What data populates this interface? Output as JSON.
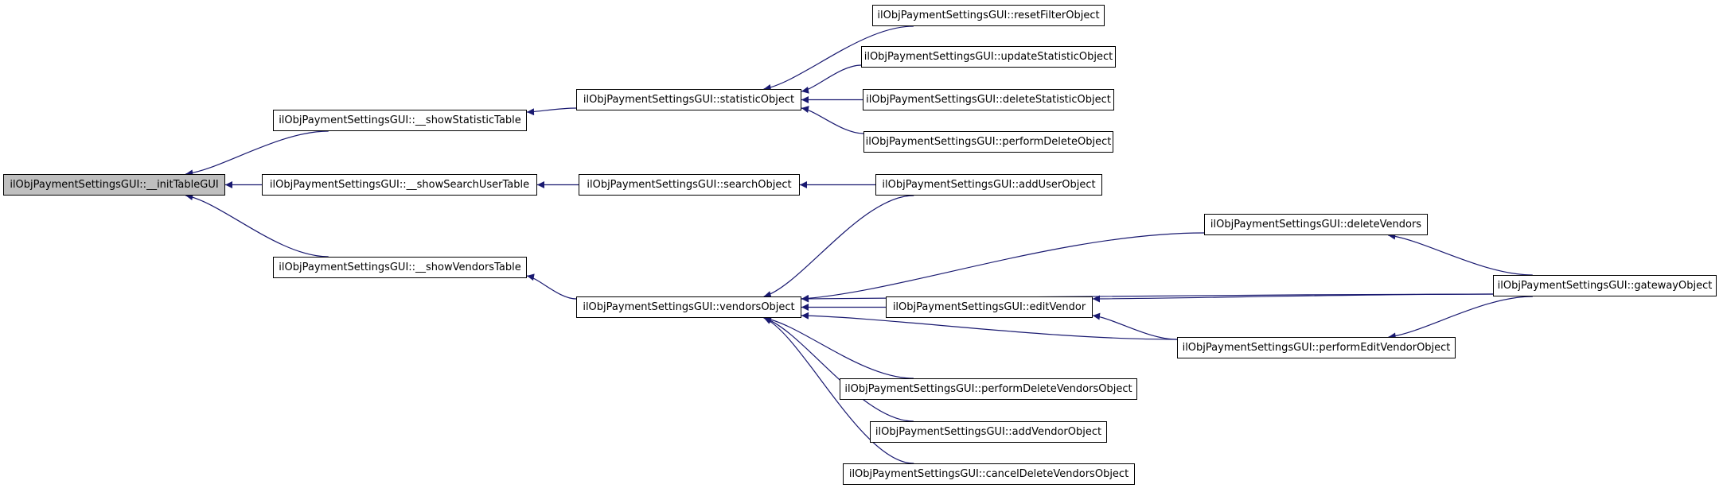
{
  "graph": {
    "edge_color": "#191970",
    "root_fill": "#bfbfbf",
    "nodes": {
      "n1": {
        "label": "ilObjPaymentSettingsGUI::__initTableGUI",
        "root": true
      },
      "n2": {
        "label": "ilObjPaymentSettingsGUI::__showStatisticTable"
      },
      "n3": {
        "label": "ilObjPaymentSettingsGUI::__showSearchUserTable"
      },
      "n4": {
        "label": "ilObjPaymentSettingsGUI::__showVendorsTable"
      },
      "n5": {
        "label": "ilObjPaymentSettingsGUI::statisticObject"
      },
      "n6": {
        "label": "ilObjPaymentSettingsGUI::searchObject"
      },
      "n7": {
        "label": "ilObjPaymentSettingsGUI::vendorsObject"
      },
      "n8": {
        "label": "ilObjPaymentSettingsGUI::resetFilterObject"
      },
      "n9": {
        "label": "ilObjPaymentSettingsGUI::updateStatisticObject"
      },
      "n10": {
        "label": "ilObjPaymentSettingsGUI::deleteStatisticObject"
      },
      "n11": {
        "label": "ilObjPaymentSettingsGUI::performDeleteObject"
      },
      "n12": {
        "label": "ilObjPaymentSettingsGUI::addUserObject"
      },
      "n13": {
        "label": "ilObjPaymentSettingsGUI::deleteVendors"
      },
      "n14": {
        "label": "ilObjPaymentSettingsGUI::editVendor"
      },
      "n15": {
        "label": "ilObjPaymentSettingsGUI::performEditVendorObject"
      },
      "n16": {
        "label": "ilObjPaymentSettingsGUI::performDeleteVendorsObject"
      },
      "n17": {
        "label": "ilObjPaymentSettingsGUI::addVendorObject"
      },
      "n18": {
        "label": "ilObjPaymentSettingsGUI::cancelDeleteVendorsObject"
      },
      "n19": {
        "label": "ilObjPaymentSettingsGUI::gatewayObject"
      }
    },
    "edges": [
      {
        "from": "n2",
        "to": "n1"
      },
      {
        "from": "n3",
        "to": "n1"
      },
      {
        "from": "n4",
        "to": "n1"
      },
      {
        "from": "n5",
        "to": "n2"
      },
      {
        "from": "n6",
        "to": "n3"
      },
      {
        "from": "n7",
        "to": "n4"
      },
      {
        "from": "n8",
        "to": "n5"
      },
      {
        "from": "n9",
        "to": "n5"
      },
      {
        "from": "n10",
        "to": "n5"
      },
      {
        "from": "n11",
        "to": "n5"
      },
      {
        "from": "n12",
        "to": "n6"
      },
      {
        "from": "n12",
        "to": "n7"
      },
      {
        "from": "n13",
        "to": "n7"
      },
      {
        "from": "n19",
        "to": "n7"
      },
      {
        "from": "n14",
        "to": "n7"
      },
      {
        "from": "n15",
        "to": "n7"
      },
      {
        "from": "n16",
        "to": "n7"
      },
      {
        "from": "n17",
        "to": "n7"
      },
      {
        "from": "n18",
        "to": "n7"
      },
      {
        "from": "n19",
        "to": "n13"
      },
      {
        "from": "n19",
        "to": "n14"
      },
      {
        "from": "n15",
        "to": "n14"
      },
      {
        "from": "n19",
        "to": "n15"
      }
    ]
  }
}
